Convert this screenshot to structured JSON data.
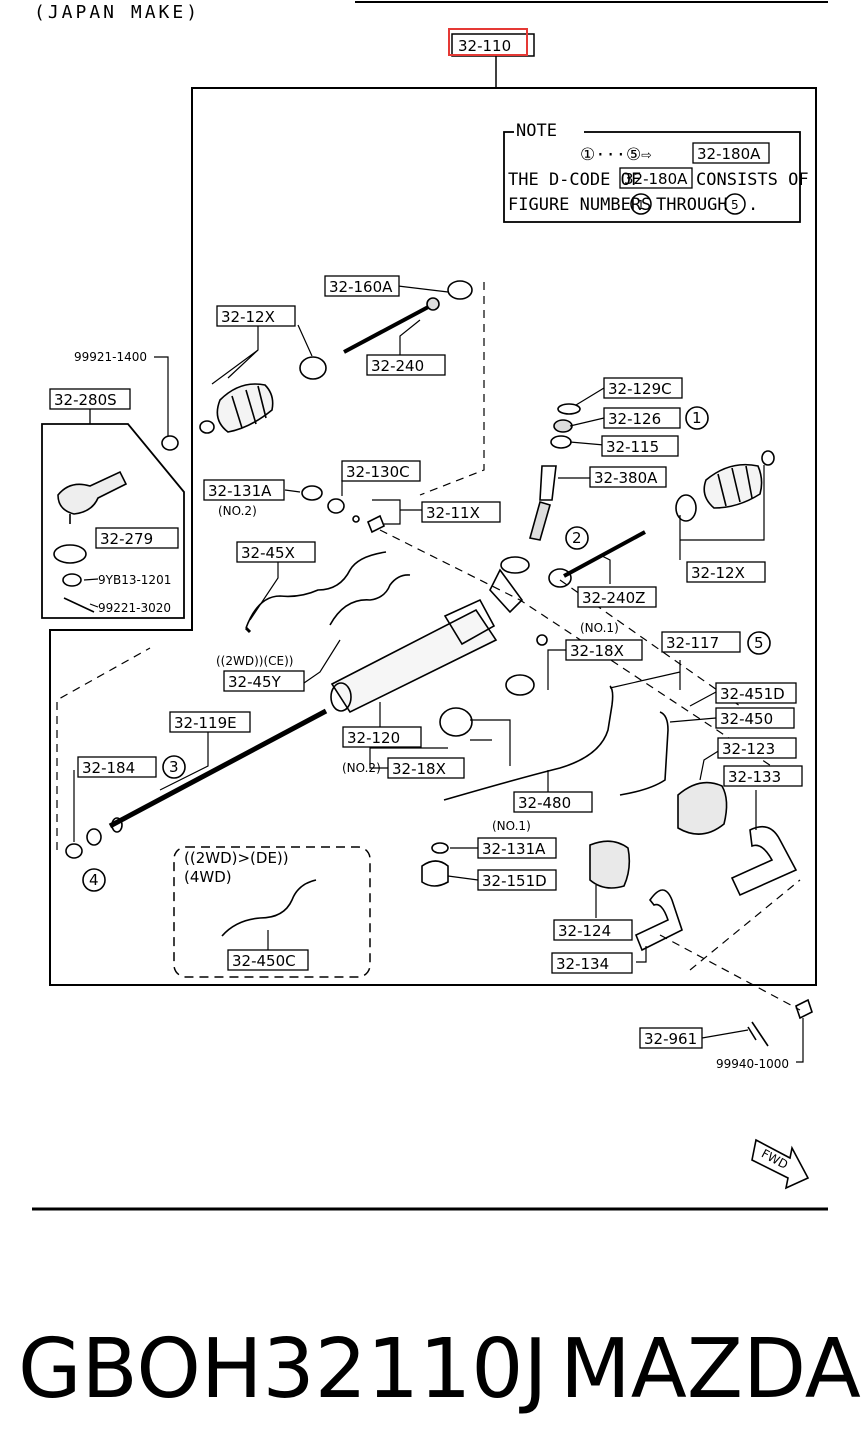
{
  "header": {
    "title": "(JAPAN MAKE)"
  },
  "main_part": "32-110",
  "note": {
    "title": "NOTE",
    "range_text": "①···⑤⇨",
    "range_code": "32-180A",
    "line1_pre": "THE D-CODE OF",
    "line1_code": "32-180A",
    "line1_post": "CONSISTS OF",
    "line2_pre": "FIGURE NUMBERS",
    "line2_num1": "1",
    "line2_mid": "THROUGH",
    "line2_num5": "5",
    "line2_end": "."
  },
  "parts": [
    "32-160A",
    "32-12X",
    "32-240",
    "32-129C",
    "32-126",
    "32-115",
    "32-130C",
    "32-131A",
    "32-11X",
    "32-380A",
    "32-12X",
    "32-45X",
    "32-240Z",
    "32-117",
    "32-18X",
    "32-45Y",
    "32-451D",
    "32-450",
    "32-119E",
    "32-120",
    "32-123",
    "32-184",
    "32-18X",
    "32-133",
    "32-480",
    "32-131A",
    "32-151D",
    "32-124",
    "32-134",
    "32-450C",
    "32-961",
    "32-280S",
    "32-279"
  ],
  "small_labels": {
    "p1": "99921-1400",
    "p2": "9YB13-1201",
    "p3": "99221-3020",
    "p4": "99940-1000",
    "no2a": "(NO.2)",
    "no1a": "(NO.1)",
    "no2b": "(NO.2)",
    "no1b": "(NO.1)",
    "cond_2wd_ce": "((2WD))(CE))",
    "cond_2wd_de": "((2WD)>(DE))",
    "cond_4wd": "(4WD)",
    "fwd": "FWD"
  },
  "callouts": {
    "c1": "1",
    "c2": "2",
    "c3": "3",
    "c4": "4",
    "c5": "5"
  },
  "footer": {
    "part_number": "GBOH32110J",
    "brand": "MAZDA"
  }
}
